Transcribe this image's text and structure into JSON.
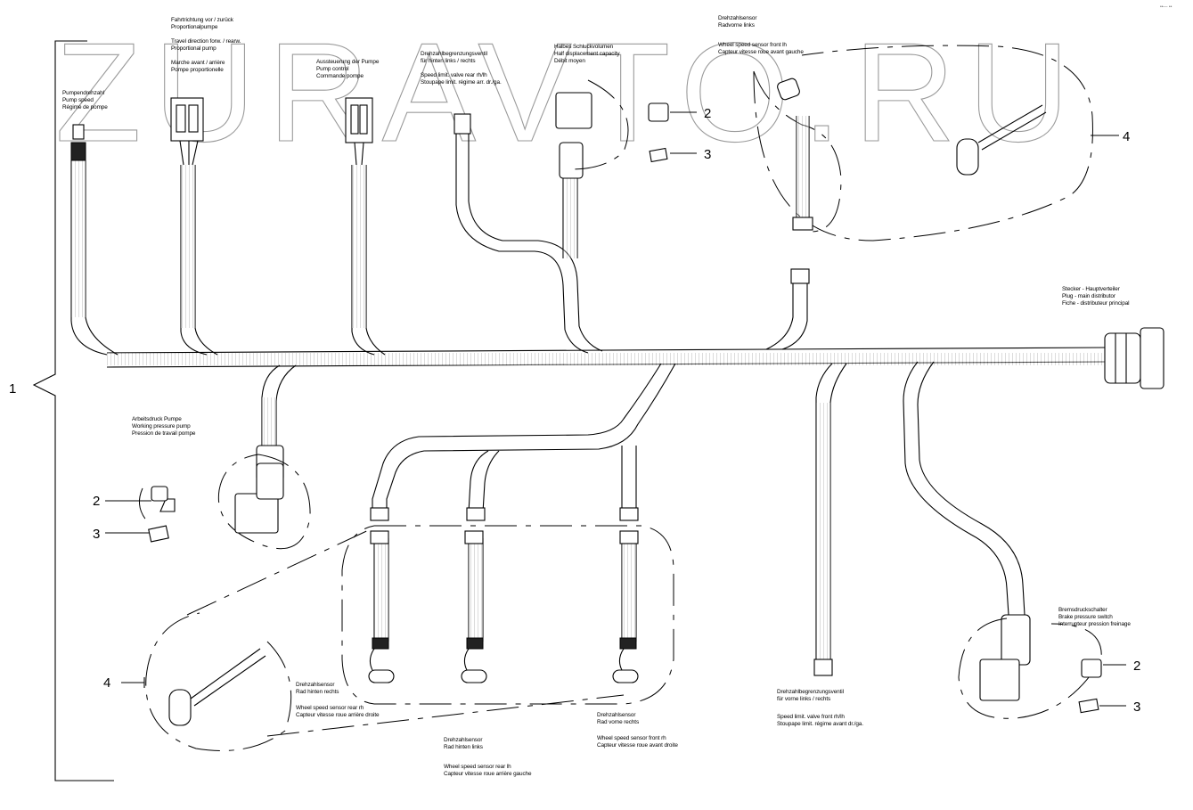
{
  "watermark": "ZURAVTO.RU",
  "corner_mark": "••— ••",
  "numbers": {
    "main": "1",
    "ab_2": "2",
    "ab_3": "3",
    "top_2": "2",
    "top_3": "3",
    "top_4": "4",
    "left_4": "4",
    "br_2": "2",
    "br_3": "3"
  },
  "labels": {
    "pump_speed": [
      "Pumpendrehzahl",
      "Pump speed",
      "Régime de pompe"
    ],
    "travel_dir": [
      "Fahrtrichtung vor / zurück",
      "Proportionalpumpe",
      "",
      "Travel direction forw. / rearw.",
      "Proportional pump",
      "",
      "Marche avant / arrière",
      "Pompe proportionelle"
    ],
    "pump_control": [
      "Aussteuerung der Pumpe",
      "Pump control",
      "Commande pompe"
    ],
    "speed_limit_rear": [
      "Drehzahlbegrenzungsventil",
      "für hinten links / rechts",
      "",
      "Speed limit. valve rear rh/lh",
      "Stoupape limit. régime arr. dr./ga."
    ],
    "half_displacement": [
      "Halbes Schluckvolumen",
      "Half displacement capacity",
      "Débit moyen"
    ],
    "wheel_front_lh": [
      "Drehzahlsensor",
      "Radvorne links",
      "",
      "Wheel speed sensor front lh",
      "Capteur vitesse roue avant gauche"
    ],
    "plug_main": [
      "Stecker - Hauptverteiler",
      "Plug - main distributor",
      "Fiche - distributeur principal"
    ],
    "working_pressure": [
      "Arbeitsdruck Pumpe",
      "Working pressure pump",
      "Pression de travail pompe"
    ],
    "wheel_rear_rh": [
      "Drehzahlsensor",
      "Rad hinten rechts",
      "",
      "Wheel speed sensor rear rh",
      "Capteur vitesse roue arrière droite"
    ],
    "wheel_front_rh": [
      "Drehzahlsensor",
      "Rad vorne rechts",
      "",
      "Wheel speed sensor front rh",
      "Capteur vitesse roue avant droite"
    ],
    "wheel_rear_lh": [
      "Drehzahlsensor",
      "Rad hinten links",
      "",
      "Wheel speed sensor rear lh",
      "Capteur vitesse roue arrière gauche"
    ],
    "speed_limit_front": [
      "Drehzahlbegrenzungsventil",
      "für vorne links / rechts",
      "",
      "Speed limit. valve front rh/lh",
      "Stoupape limit. régime avant dr./ga."
    ],
    "brake_pressure": [
      "Bremsdruckschalter",
      "Brake pressure switch",
      "Interrupteur pression freinage"
    ]
  }
}
